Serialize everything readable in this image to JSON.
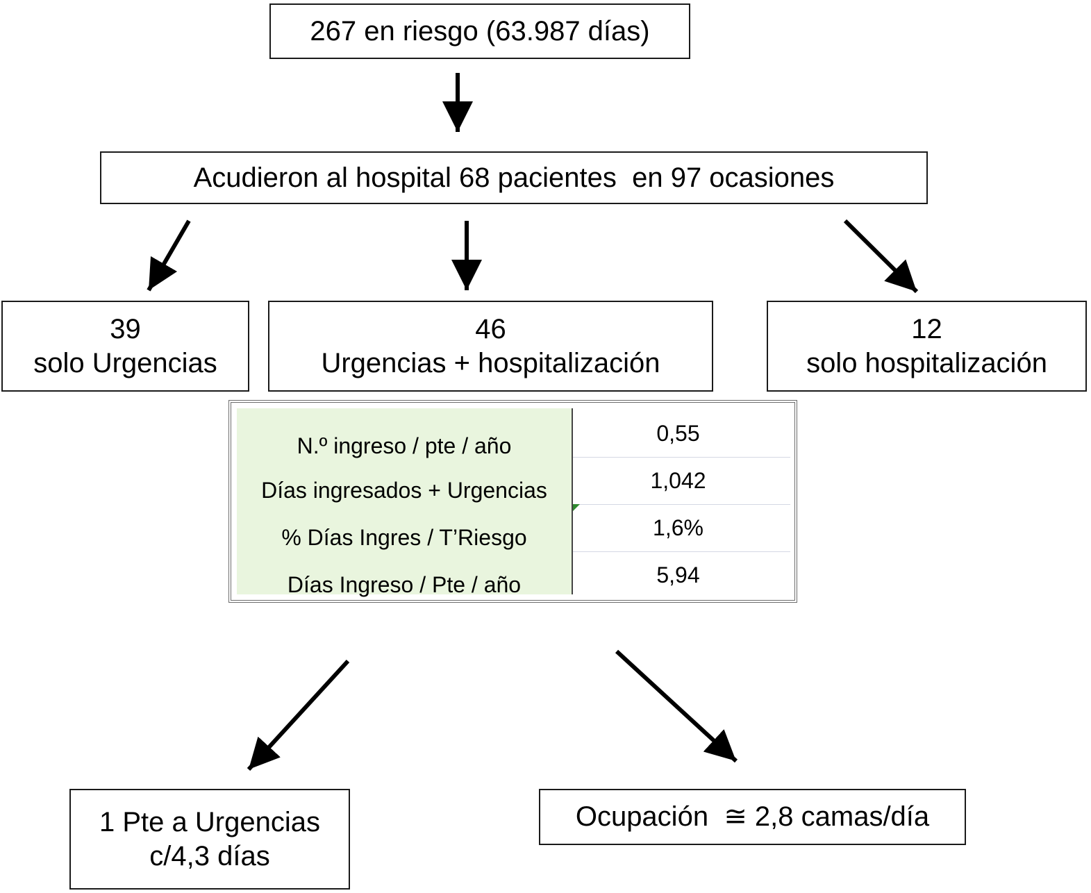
{
  "top": {
    "text": "267 en riesgo (63.987 días)"
  },
  "hospital": {
    "text": "Acudieron al hospital 68 pacientes  en 97 ocasiones"
  },
  "branches": [
    {
      "count": "39",
      "label": "solo Urgencias"
    },
    {
      "count": "46",
      "label": "Urgencias + hospitalización"
    },
    {
      "count": "12",
      "label": "solo hospitalización"
    }
  ],
  "table": {
    "rows": [
      {
        "label": "N.º ingreso / pte / año",
        "value": "0,55"
      },
      {
        "label": "Días ingresados + Urgencias",
        "value": "1,042"
      },
      {
        "label": "% Días Ingres / T’Riesgo",
        "value": "1,6%"
      },
      {
        "label": "Días Ingreso / Pte / año",
        "value": "5,94"
      }
    ]
  },
  "bottom_left": {
    "line1": "1 Pte a Urgencias",
    "line2": "c/4,3 días"
  },
  "bottom_right": {
    "text": "Ocupación  ≅ 2,8 camas/día"
  },
  "colors": {
    "stroke": "#1a1a1a",
    "table_label_bg": "#e9f5de",
    "table_border": "#6b6b6b"
  }
}
